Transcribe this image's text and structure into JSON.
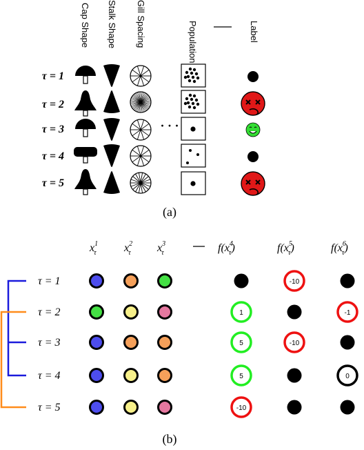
{
  "panel_a": {
    "headers": [
      "Cap Shape",
      "Stalk Shape",
      "Gill Spacing",
      "Population",
      "—",
      "Label"
    ],
    "rows": [
      {
        "tau": "τ = 1",
        "cap": "bell",
        "stalk": "down",
        "gill": "sparse",
        "population": "cluster",
        "label": "black"
      },
      {
        "tau": "τ = 2",
        "cap": "knobbed",
        "stalk": "up",
        "gill": "dense",
        "population": "cluster",
        "label": "poison"
      },
      {
        "tau": "τ = 3",
        "cap": "bell",
        "stalk": "down",
        "gill": "sparse",
        "population": "single",
        "label": "happy"
      },
      {
        "tau": "τ = 4",
        "cap": "flat",
        "stalk": "down",
        "gill": "sparse",
        "population": "scattered",
        "label": "black"
      },
      {
        "tau": "τ = 5",
        "cap": "knobbed",
        "stalk": "up",
        "gill": "medium",
        "population": "single",
        "label": "poison"
      }
    ],
    "ellipsis": "· · ·",
    "caption": "(a)"
  },
  "panel_b": {
    "headers": {
      "x1": "x",
      "x1_sup": "1",
      "x2": "x",
      "x2_sup": "2",
      "x3": "x",
      "x3_sup": "3",
      "dash": "—",
      "f4_pre": "f(x",
      "f4_sup": "4",
      "f4_post": ")",
      "f5_pre": "f(x",
      "f5_sup": "5",
      "f5_post": ")",
      "f6_pre": "f(x",
      "f6_sup": "6",
      "f6_post": ")",
      "sub": "τ"
    },
    "rows": [
      {
        "tau": "τ = 1",
        "x": [
          "blue",
          "orange",
          "green"
        ],
        "f": [
          {
            "kind": "black"
          },
          {
            "kind": "ring",
            "color": "red",
            "text": "-10"
          },
          {
            "kind": "black"
          }
        ]
      },
      {
        "tau": "τ = 2",
        "x": [
          "green",
          "yellow",
          "pink"
        ],
        "f": [
          {
            "kind": "ring",
            "color": "green",
            "text": "1"
          },
          {
            "kind": "black"
          },
          {
            "kind": "ring",
            "color": "red",
            "text": "-1"
          }
        ]
      },
      {
        "tau": "τ = 3",
        "x": [
          "blue",
          "orange",
          "orange"
        ],
        "f": [
          {
            "kind": "ring",
            "color": "green",
            "text": "5"
          },
          {
            "kind": "ring",
            "color": "red",
            "text": "-10"
          },
          {
            "kind": "black"
          }
        ]
      },
      {
        "tau": "τ = 4",
        "x": [
          "blue",
          "yellow",
          "orange"
        ],
        "f": [
          {
            "kind": "ring",
            "color": "green",
            "text": "5"
          },
          {
            "kind": "black"
          },
          {
            "kind": "ring",
            "color": "black",
            "text": "0"
          }
        ]
      },
      {
        "tau": "τ = 5",
        "x": [
          "blue",
          "yellow",
          "pink"
        ],
        "f": [
          {
            "kind": "ring",
            "color": "red",
            "text": "-10"
          },
          {
            "kind": "black"
          },
          {
            "kind": "black"
          }
        ]
      }
    ],
    "caption": "(b)"
  },
  "colors": {
    "blue": "#4d4dee",
    "orange": "#f5a05a",
    "green": "#44e044",
    "yellow": "#f7f08a",
    "pink": "#e678a0",
    "red": "#ee1111",
    "ring_green": "#22ee22",
    "black": "#000000",
    "bracket_blue": "#1a1adc",
    "bracket_orange": "#ff8c1a",
    "poison": "#e01818",
    "happy": "#33dd33"
  }
}
